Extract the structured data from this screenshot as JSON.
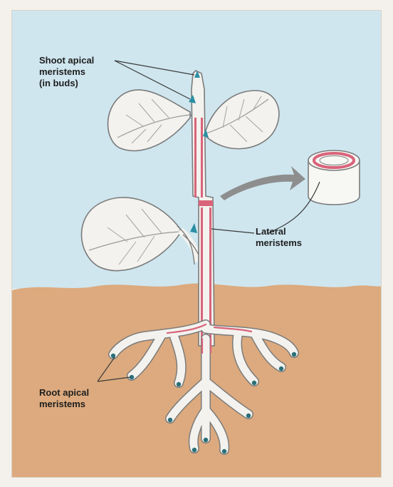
{
  "labels": {
    "shoot_line1": "Shoot apical",
    "shoot_line2": "meristems",
    "shoot_line3": "(in buds)",
    "lateral_line1": "Lateral",
    "lateral_line2": "meristems",
    "root_line1": "Root apical",
    "root_line2": "meristems"
  },
  "colors": {
    "sky": "#cfe6ef",
    "soil": "#dcaa7e",
    "plant_fill": "#f3f2ee",
    "plant_outline": "#7b7b7b",
    "meristem_pink": "#d9637a",
    "bud_teal": "#2a8fa3",
    "arrow_gray": "#8e8e8e"
  },
  "icons": [
    "leaf-icon",
    "cylinder-icon",
    "arrow-icon",
    "bud-icon",
    "root-tip-icon"
  ]
}
